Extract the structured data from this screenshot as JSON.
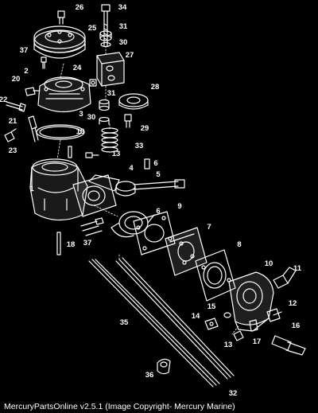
{
  "diagram": {
    "callouts": [
      "26",
      "34",
      "31",
      "25",
      "30",
      "37",
      "27",
      "24",
      "2",
      "20",
      "28",
      "22",
      "31",
      "30",
      "21",
      "3",
      "29",
      "23",
      "19",
      "33",
      "13",
      "6",
      "4",
      "5",
      "1",
      "6",
      "9",
      "7",
      "18",
      "37",
      "8",
      "10",
      "11",
      "15",
      "12",
      "14",
      "16",
      "13",
      "17",
      "35",
      "36",
      "32"
    ]
  },
  "caption": "MercuryPartsOnline v2.5.1 (Image Copyright- Mercury Marine)"
}
